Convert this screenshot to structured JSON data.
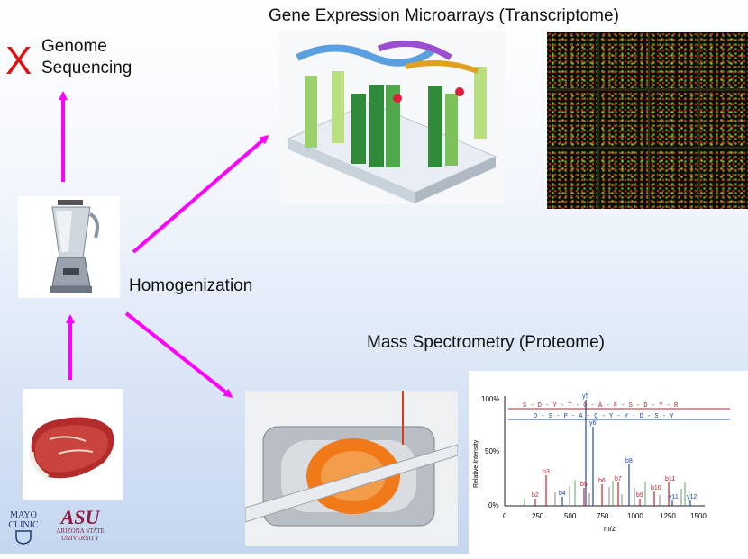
{
  "labels": {
    "genome_line1": "Genome",
    "genome_line2": "Sequencing",
    "red_x": "X",
    "microarray_title": "Gene Expression Microarrays (Transcriptome)",
    "homogenization": "Homogenization",
    "mass_spec_title": "Mass Spectrometry (Proteome)"
  },
  "logos": {
    "mayo_line1": "MAYO",
    "mayo_line2": "CLINIC",
    "asu_mark": "ASU",
    "asu_line1": "ARIZONA STATE",
    "asu_line2": "UNIVERSITY"
  },
  "spectrum": {
    "seq_top": "S - D - Y - T - Q - A - F - S - D - Y - R",
    "seq_bottom": "D - S - P - A - Q - Y - Y - D - S - Y",
    "y_ticks": [
      "100%",
      "50%",
      "0%"
    ],
    "ylabel": "Relative Intensity",
    "x_ticks": [
      "0",
      "250",
      "500",
      "750",
      "1000",
      "1250",
      "1500"
    ],
    "xlabel": "m/z",
    "peak_labels": [
      "y5",
      "y6",
      "b3",
      "b2",
      "b4",
      "b5",
      "b6",
      "b7",
      "b8",
      "b9",
      "b10",
      "b11",
      "y11",
      "y12"
    ]
  },
  "colors": {
    "arrow": "#ff00ff",
    "red_x": "#e01010"
  }
}
